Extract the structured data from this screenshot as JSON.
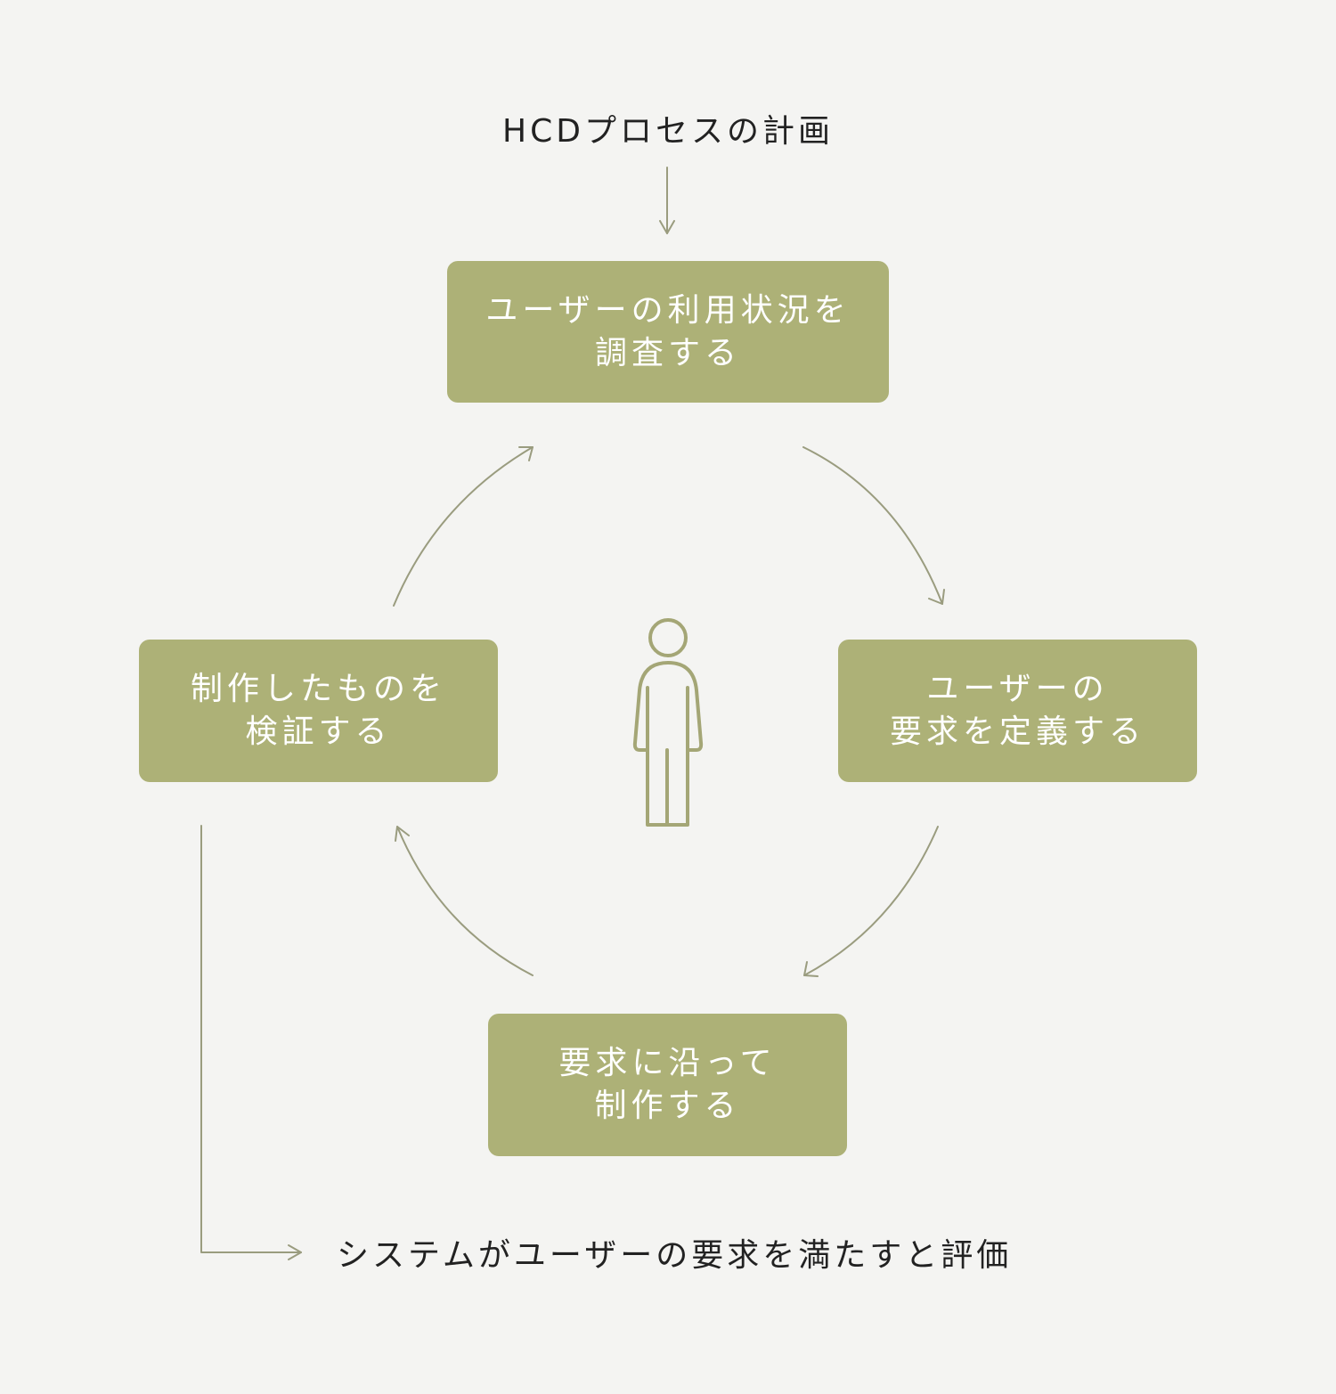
{
  "diagram": {
    "input_label": "HCDプロセスの計画",
    "output_label": "システムがユーザーの要求を満たすと評価",
    "steps": {
      "understand": [
        "ユーザーの利用状況を",
        "調査する"
      ],
      "specify": [
        "ユーザーの",
        "要求を定義する"
      ],
      "produce": [
        "要求に沿って",
        "制作する"
      ],
      "evaluate": [
        "制作したものを",
        "検証する"
      ]
    },
    "center_icon": "person-icon"
  },
  "colors": {
    "background": "#f4f4f2",
    "box_fill": "#adb177",
    "box_text": "#ffffff",
    "arrow": "#9a9c7f",
    "person_stroke": "#a4a676",
    "label_text": "#222222"
  }
}
